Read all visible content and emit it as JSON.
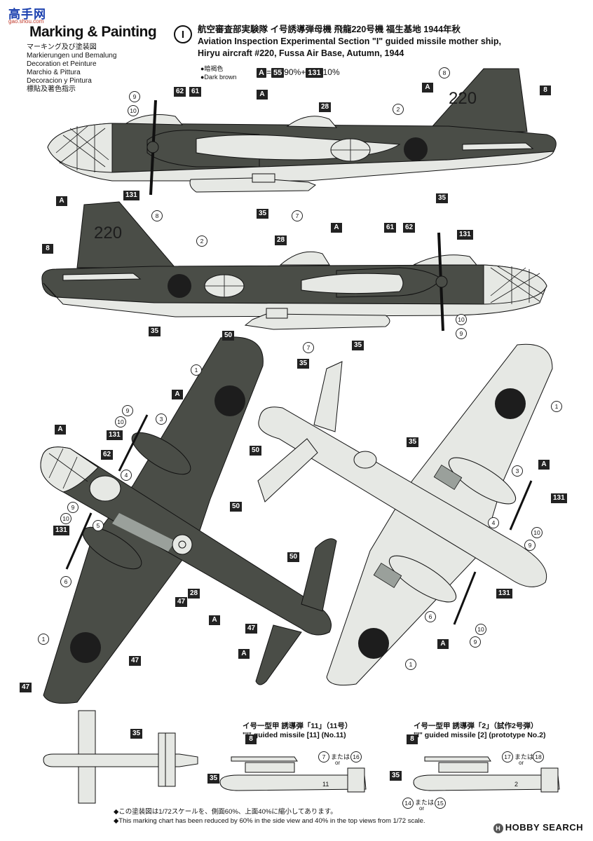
{
  "watermark": {
    "title": "高手网",
    "sub": "gao.shou.com"
  },
  "heading": "Marking & Painting",
  "languages": [
    "マーキング及び塗装図",
    "Markierungen und Bemalung",
    "Decoration et Peinture",
    "Marchio & Pittura",
    "Decoracion y Pintura",
    "標貼及著色指示"
  ],
  "scheme": {
    "number": "I",
    "title_jp": "航空審査部実験隊 イ号誘導弾母機 飛龍220号機 福生基地 1944年秋",
    "title_en_1": "Aviation Inspection Experimental Section \"I\" guided missile mother ship,",
    "title_en_2": "Hiryu aircraft #220, Fussa Air Base, Autumn, 1944"
  },
  "legend": {
    "jp": "●暗褐色",
    "en": "●Dark brown",
    "chip_a": "A",
    "formula_eq": "=",
    "chip_55": "55",
    "p1": "90%+",
    "chip_131": "131",
    "p2": "10%"
  },
  "tail_number": "220",
  "colors": {
    "dark": "#4a4d47",
    "light": "#e6e8e4",
    "mid": "#9aa09b",
    "hinomaru": "#1d1d1d",
    "ink": "#111111"
  },
  "callouts": {
    "b131": "131",
    "b35": "35",
    "b62": "62",
    "b61": "61",
    "b28": "28",
    "bA": "A",
    "b8": "8",
    "b50": "50",
    "b47": "47",
    "c1": "1",
    "c2": "2",
    "c3": "3",
    "c4": "4",
    "c5": "5",
    "c6": "6",
    "c7": "7",
    "c8": "8",
    "c9": "9",
    "c10": "10",
    "c14": "14",
    "c15": "15",
    "c16": "16",
    "c17": "17",
    "c18": "18"
  },
  "missiles": {
    "m11_jp": "イ号一型甲 誘導弾「11」（11号）",
    "m11_en": "\"I\" guided missile [11] (No.11)",
    "m2_jp": "イ号一型甲 誘導弾「2」（試作2号弾）",
    "m2_en": "\"I\" guided missile [2] (prototype No.2)",
    "mata": "または",
    "or": "or",
    "marking11": "11",
    "marking2": "2"
  },
  "footnotes": {
    "jp": "◆この塗装図は1/72スケールを、側面60%、上面40%に縮小してあります。",
    "en": "◆This marking chart has been reduced by 60% in the side view and 40% in the top views from 1/72 scale."
  },
  "brand": {
    "mark": "H",
    "text": "HOBBY SEARCH"
  }
}
